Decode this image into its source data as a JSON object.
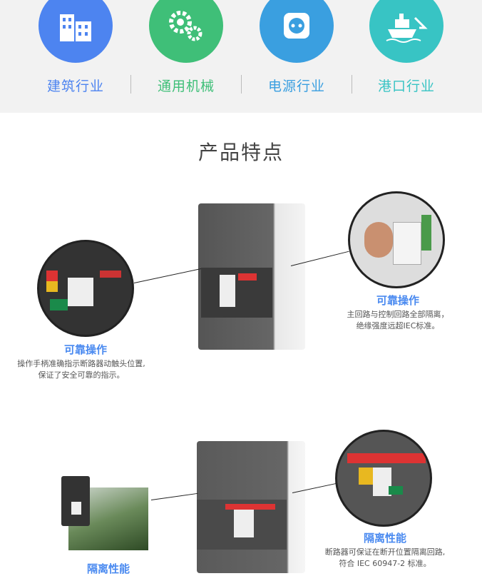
{
  "industries": [
    {
      "label": "建筑行业",
      "color": "#4d84f0",
      "text_color": "#4d84f0",
      "icon": "building-icon"
    },
    {
      "label": "通用机械",
      "color": "#3fbf78",
      "text_color": "#3fbf78",
      "icon": "gears-icon"
    },
    {
      "label": "电源行业",
      "color": "#3a9fe0",
      "text_color": "#3a9fe0",
      "icon": "power-socket-icon"
    },
    {
      "label": "港口行业",
      "color": "#38c4c4",
      "text_color": "#38c4c4",
      "icon": "ship-icon"
    }
  ],
  "section_title": "产品特点",
  "features": [
    {
      "title": "可靠操作",
      "desc1": "操作手柄准确指示断路器动触头位置,",
      "desc2": "保证了安全可靠的指示。"
    },
    {
      "title": "可靠操作",
      "desc1": "主回路与控制回路全部隔离，",
      "desc2": "绝缘强度远超IEC标准。"
    },
    {
      "title": "隔离性能",
      "desc1": "",
      "desc2": ""
    },
    {
      "title": "隔离性能",
      "desc1": "断路器可保证在断开位置隔离回路,",
      "desc2": "符合 IEC 60947-2 标准。"
    }
  ]
}
